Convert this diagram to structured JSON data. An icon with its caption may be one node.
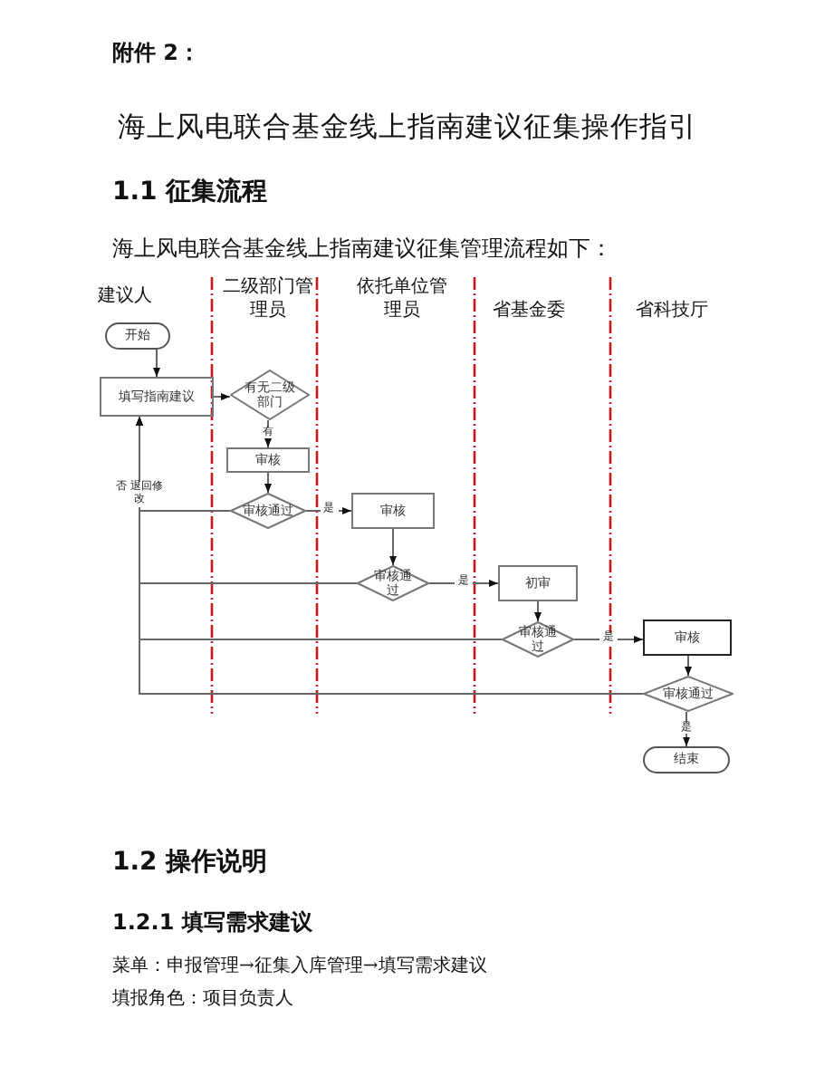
{
  "diagram": {
    "title": "海上风电联合基金线上指南建议征集操作指引",
    "nodes": [
      {
        "text": [
          "开始"
        ]
      },
      {
        "text": [
          "填写指南建议"
        ]
      },
      {
        "text": [
          "有无二级部门"
        ]
      },
      {
        "text": [
          "审核"
        ]
      },
      {
        "text": [
          "审核通过"
        ]
      },
      {
        "text": [
          "审核"
        ]
      },
      {
        "text": [
          "审核通过"
        ]
      },
      {
        "text": [
          "初审"
        ]
      },
      {
        "text": [
          "审核通过"
        ]
      },
      {
        "text": [
          "审核"
        ]
      },
      {
        "text": [
          "审核通过"
        ]
      },
      {
        "text": [
          "结束"
        ]
      }
    ],
    "edges": [
      {
        "from": 0,
        "to": 1,
        "arrow": "to"
      },
      {
        "from": 1,
        "to": 2,
        "arrow": "to"
      },
      {
        "from": 2,
        "to": 3,
        "arrow": "to",
        "label": "有"
      },
      {
        "from": 3,
        "to": 4,
        "arrow": "to"
      },
      {
        "from": 4,
        "to": 5,
        "arrow": "to",
        "label": "是"
      },
      {
        "from": 5,
        "to": 6,
        "arrow": "to"
      },
      {
        "from": 6,
        "to": 7,
        "arrow": "to",
        "label": "是"
      },
      {
        "from": 7,
        "to": 8,
        "arrow": "to"
      },
      {
        "from": 8,
        "to": 9,
        "arrow": "to",
        "label": "是"
      },
      {
        "from": 9,
        "to": 10,
        "arrow": "to"
      },
      {
        "from": 10,
        "to": 11,
        "arrow": "to",
        "label": "是"
      },
      {
        "from": 4,
        "to": 1,
        "arrow": "to",
        "label": "否 退回修改"
      },
      {
        "from": 6,
        "to": 1,
        "arrow": "to"
      },
      {
        "from": 8,
        "to": 1,
        "arrow": "to"
      },
      {
        "from": 10,
        "to": 1,
        "arrow": "to"
      }
    ],
    "labels": [
      "附件 2：",
      "1.1 征集流程",
      "海上风电联合基金线上指南建议征集管理流程如下：",
      "建议人",
      "二级部门管理员",
      "依托单位管理员",
      "省基金委",
      "省科技厅",
      "1.2 操作说明",
      "1.2.1 填写需求建议",
      "菜单：申报管理→征集入库管理→填写需求建议",
      "填报角色：项目负责人"
    ]
  }
}
